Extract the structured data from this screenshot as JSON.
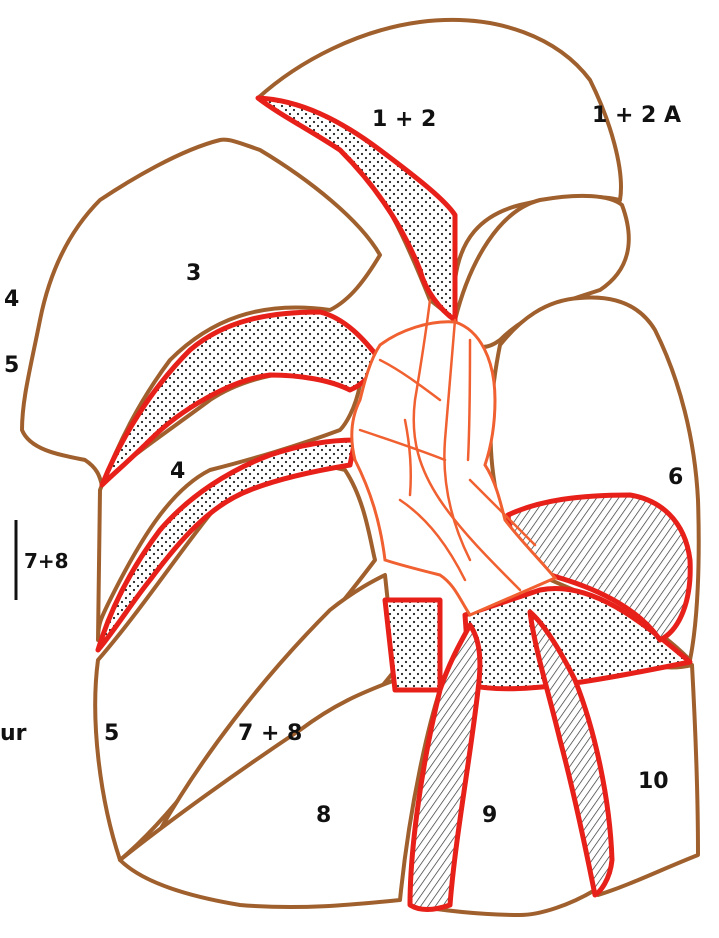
{
  "colors": {
    "segment_outline": "#a0602e",
    "vessel_outline": "#e8201a",
    "branch_line": "#f06030",
    "stipple": "#222222",
    "hatch": "#333333"
  },
  "labels": {
    "seg_1_2": "1  +  2",
    "seg_1_2_right": "1 + 2  A",
    "seg_3": "3",
    "seg_4": "4",
    "seg_6": "6",
    "seg_5": "5",
    "seg_7_8": "7 + 8",
    "seg_8": "8",
    "seg_9": "9",
    "seg_10": "10",
    "left_4": "4",
    "left_5": "5",
    "left_7_8": "7+8",
    "left_ur": "ur"
  }
}
